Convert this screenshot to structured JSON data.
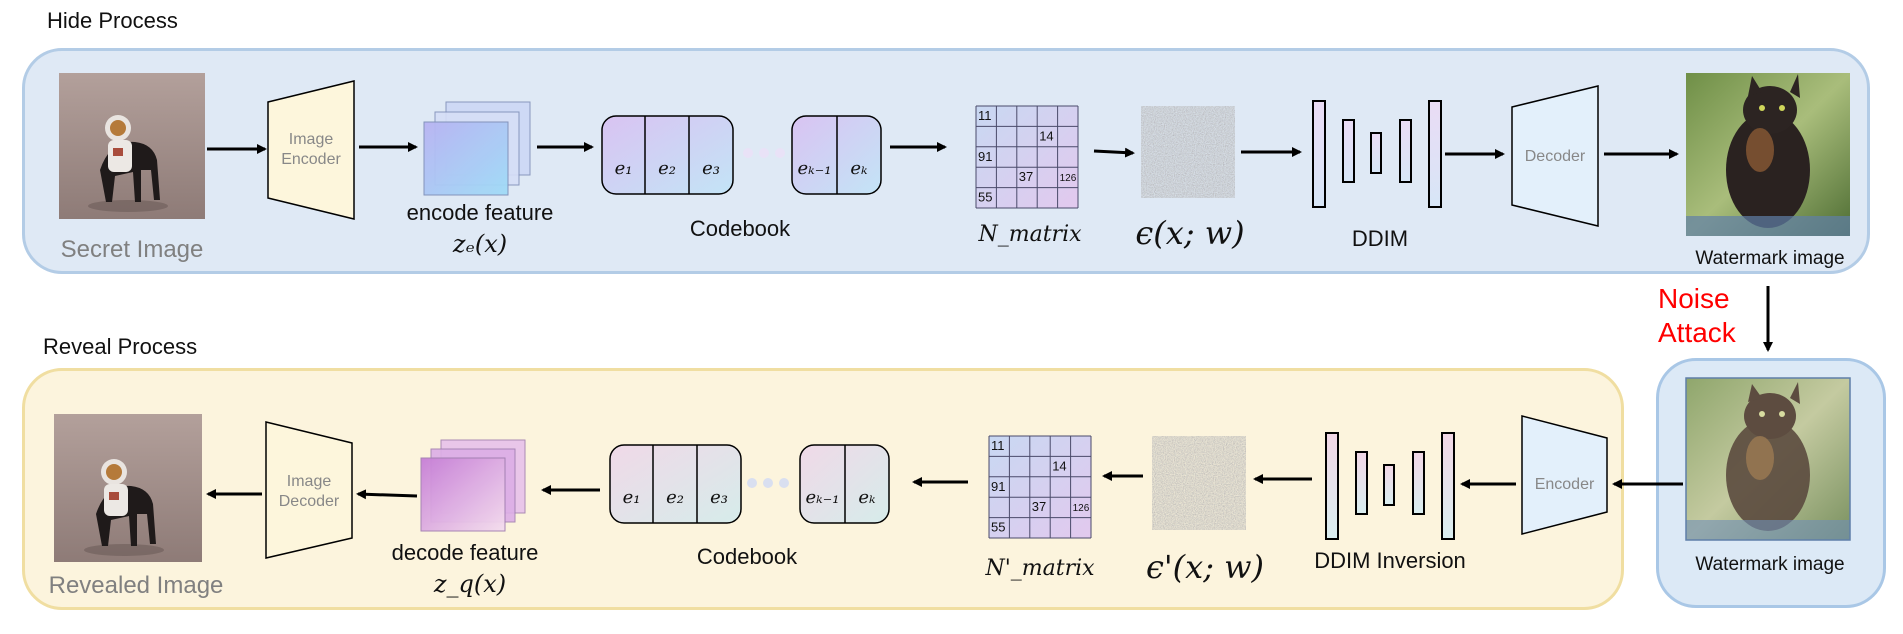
{
  "hide_process": {
    "title": "Hide Process",
    "secret_image_label": "Secret Image",
    "image_encoder_label": [
      "Image",
      "Encoder"
    ],
    "encode_feature_label": "encode feature",
    "encode_feature_math": "zₑ(x)",
    "codebook_label": "Codebook",
    "codebook_cells_left": [
      "e₁",
      "e₂",
      "e₃"
    ],
    "codebook_cells_right": [
      "eₖ₋₁",
      "eₖ"
    ],
    "matrix_label": "N_matrix",
    "noise_label": "ϵ(x; w)",
    "ddim_label": "DDIM",
    "decoder_label": "Decoder",
    "watermark_label": "Watermark image"
  },
  "noise_attack": {
    "line1": "Noise",
    "line2": "Attack",
    "color": "#ff0000"
  },
  "reveal_process": {
    "title": "Reveal Process",
    "revealed_image_label": "Revealed Image",
    "image_decoder_label": [
      "Image",
      "Decoder"
    ],
    "decode_feature_label": "decode feature",
    "decode_feature_math": "z_q(x)",
    "codebook_label": "Codebook",
    "codebook_cells_left": [
      "e₁",
      "e₂",
      "e₃"
    ],
    "codebook_cells_right": [
      "eₖ₋₁",
      "eₖ"
    ],
    "matrix_label": "N'_matrix",
    "noise_label": "ϵ'(x; w)",
    "ddim_label": "DDIM Inversion",
    "encoder_label": "Encoder",
    "watermark_label": "Watermark image"
  },
  "matrix_values": [
    "11",
    "14",
    "91",
    "37",
    "126",
    "55"
  ],
  "colors": {
    "hide_panel": "#dfe9f5",
    "reveal_panel": "#fcf4dd",
    "watermark_panel": "#dce9f6",
    "encoder_fill": "#fdf6dc",
    "decoder_fill": "#e3f0fb"
  }
}
